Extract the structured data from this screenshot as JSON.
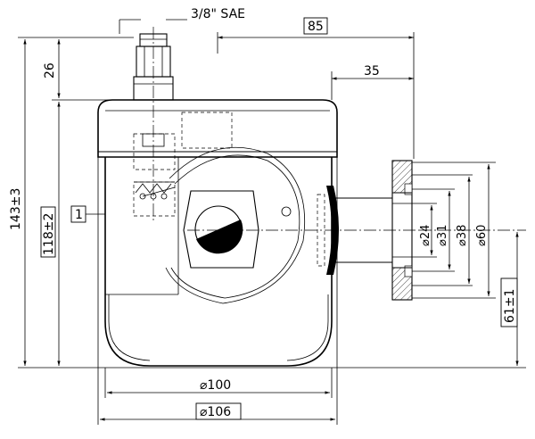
{
  "dimensions": {
    "thread_label": "3/8\" SAE",
    "dim_85": "85",
    "dim_26": "26",
    "dim_35": "35",
    "dim_143": "143±3",
    "dim_118": "118±2",
    "item_ref": "1",
    "dia_24": "⌀24",
    "dia_31": "⌀31",
    "dia_38": "⌀38",
    "dia_60": "⌀60",
    "dim_61": "61±1",
    "dia_100": "⌀100",
    "dia_106": "⌀106"
  }
}
